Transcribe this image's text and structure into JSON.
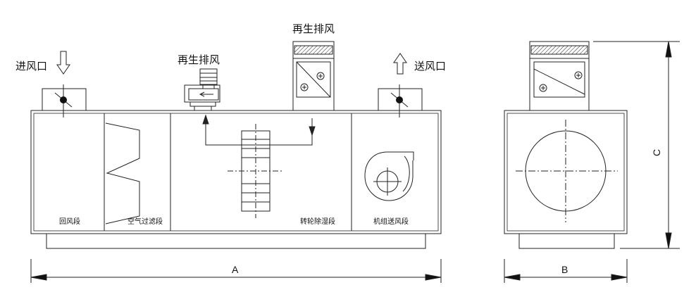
{
  "labels": {
    "inlet": "进风口",
    "outlet": "送风口",
    "regen_exhaust_fan": "再生排风",
    "regen_exhaust_box": "再生排风"
  },
  "sections": {
    "return_air": "回风段",
    "filter": "空气过滤段",
    "rotor": "转轮除湿段",
    "supply_fan": "机组送风段"
  },
  "dimensions": {
    "length": "A",
    "width": "B",
    "height": "C"
  }
}
